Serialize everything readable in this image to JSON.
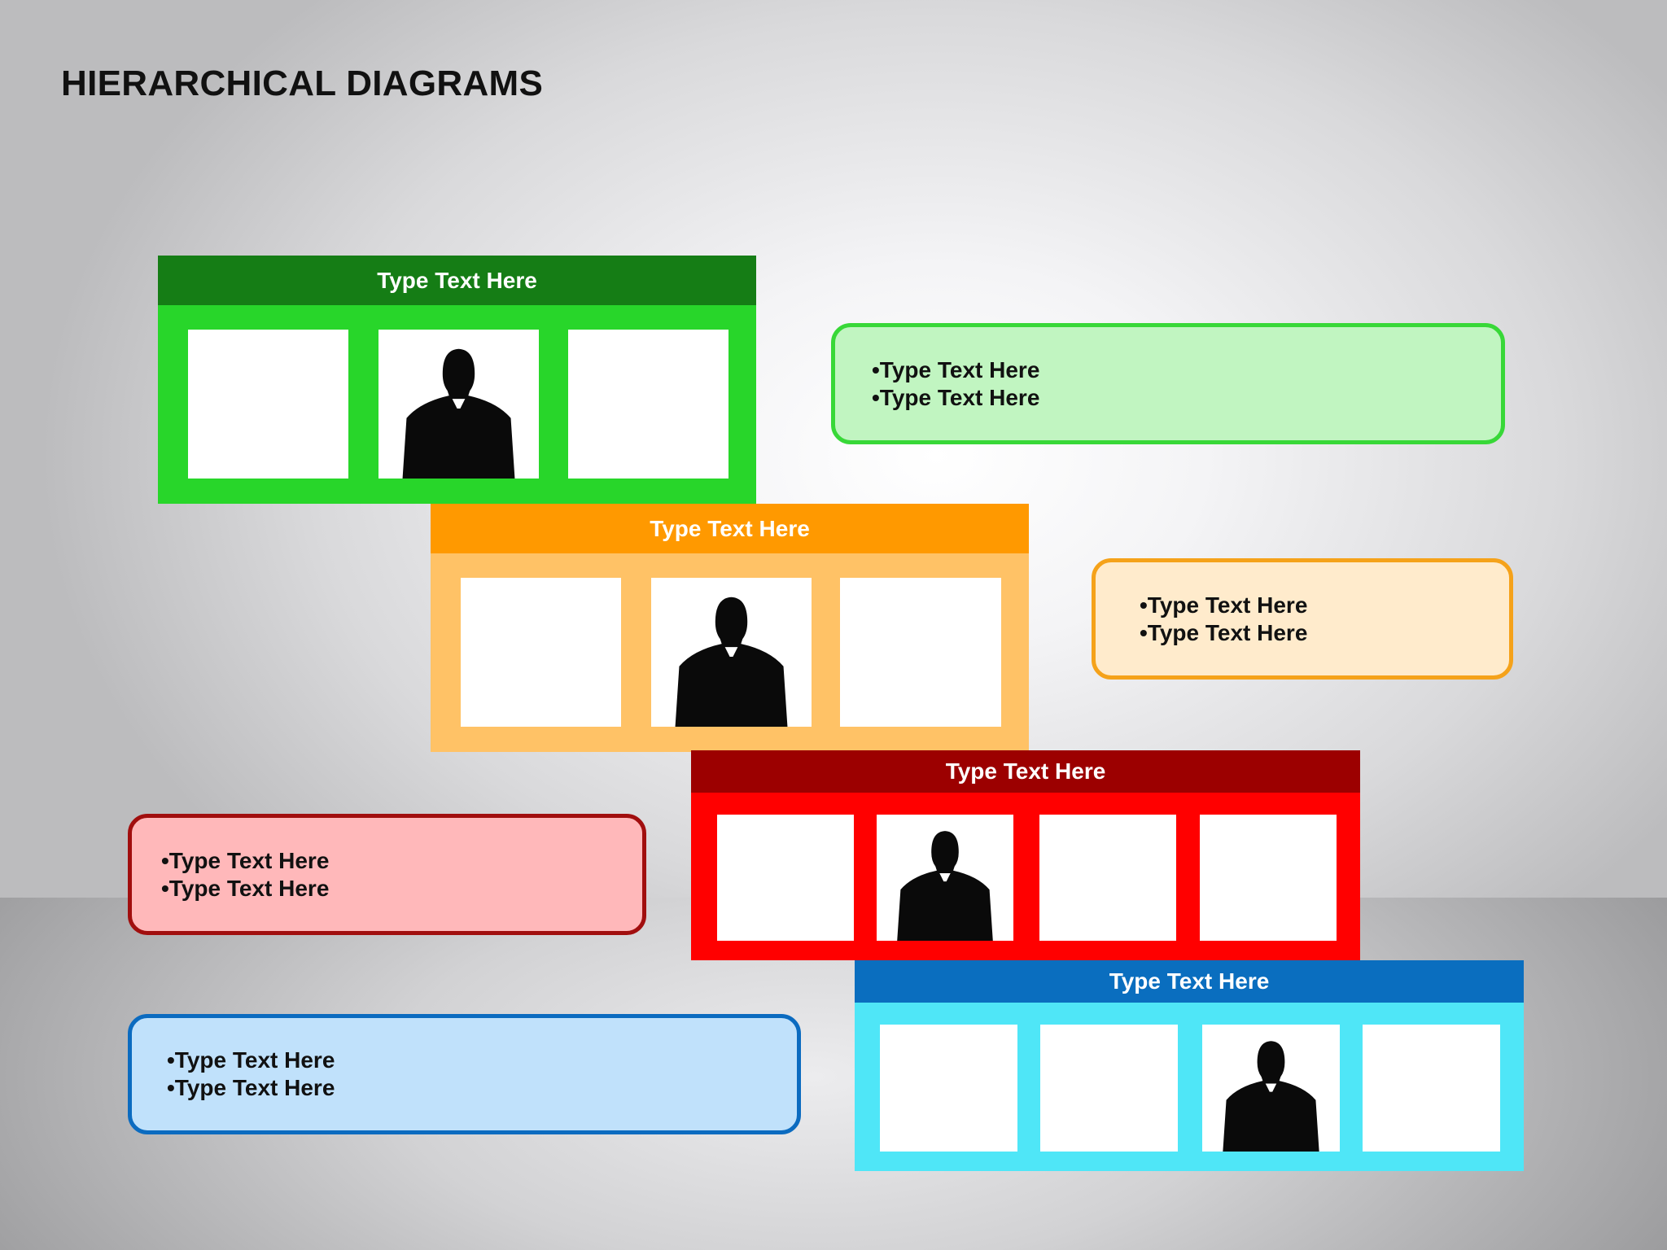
{
  "title": "HIERARCHICAL DIAGRAMS",
  "colors": {
    "green_header": "#157D15",
    "green_body": "#28D62A",
    "green_callout_fill": "#C1F5C1",
    "green_callout_border": "#38D838",
    "orange_header": "#FF9900",
    "orange_body": "#FFC266",
    "orange_callout_fill": "#FFEBCC",
    "orange_callout_border": "#F5A21A",
    "red_header": "#9C0000",
    "red_body": "#FF0000",
    "red_callout_fill": "#FFB8BA",
    "red_callout_border": "#A10E0E",
    "blue_header": "#0A6EBF",
    "blue_body": "#4FE6F7",
    "blue_callout_fill": "#C0E1FB",
    "blue_callout_border": "#0B6BC0"
  },
  "levels": [
    {
      "header": "Type Text Here",
      "photo_slots": [
        "empty",
        "person-silhouette",
        "empty"
      ]
    },
    {
      "header": "Type Text Here",
      "photo_slots": [
        "empty",
        "person-silhouette",
        "empty"
      ]
    },
    {
      "header": "Type Text Here",
      "photo_slots": [
        "empty",
        "person-silhouette",
        "empty",
        "empty"
      ]
    },
    {
      "header": "Type Text Here",
      "photo_slots": [
        "empty",
        "empty",
        "person-silhouette",
        "empty"
      ]
    }
  ],
  "callouts": [
    {
      "lines": [
        "•Type Text Here",
        "•Type Text Here"
      ]
    },
    {
      "lines": [
        "•Type Text Here",
        "•Type Text Here"
      ]
    },
    {
      "lines": [
        "•Type Text Here",
        "•Type Text Here"
      ]
    },
    {
      "lines": [
        "•Type Text Here",
        "•Type Text Here"
      ]
    }
  ]
}
